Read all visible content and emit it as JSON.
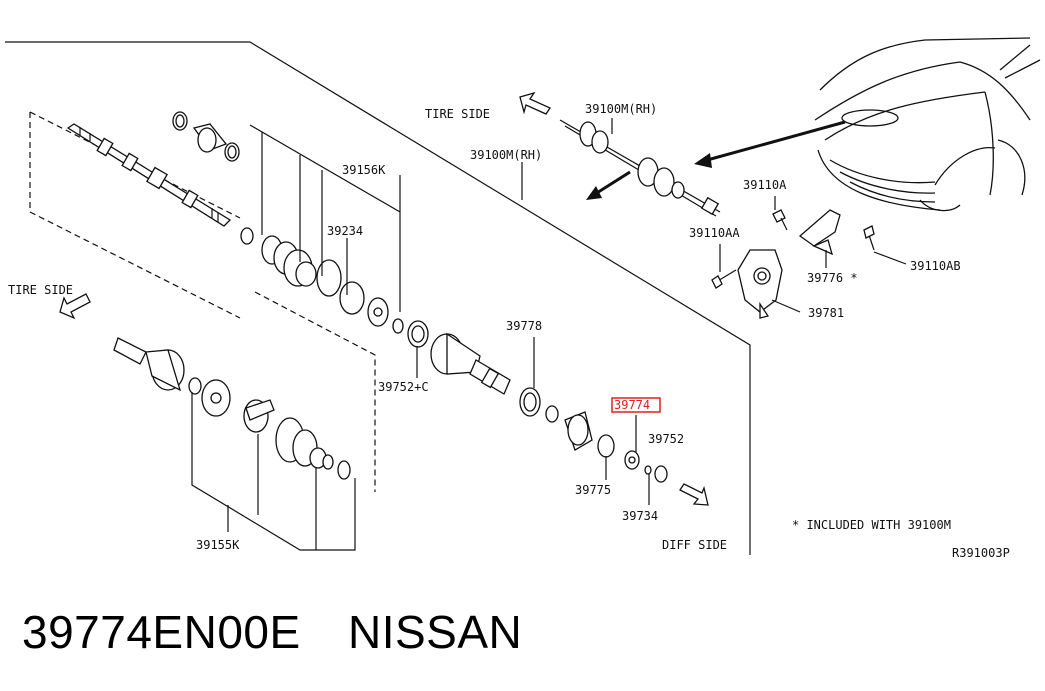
{
  "diagram": {
    "labels": {
      "tire_side_top": "TIRE SIDE",
      "tire_side_left": "TIRE SIDE",
      "diff_side": "DIFF SIDE",
      "p39100m_rh_main": "39100M(RH)",
      "p39100m_rh_inset": "39100M(RH)",
      "p39156k": "39156K",
      "p39234": "39234",
      "p39752c": "39752+C",
      "p39778": "39778",
      "p39774_highlight": "39774",
      "p39752": "39752",
      "p39775": "39775",
      "p39734": "39734",
      "p39155k": "39155K",
      "p39110a": "39110A",
      "p39110aa": "39110AA",
      "p39110ab": "39110AB",
      "p39776": "39776 *",
      "p39781": "39781",
      "note": "* INCLUDED WITH 39100M",
      "ref_code": "R391003P"
    },
    "highlight_color": "#e02020"
  },
  "caption": {
    "part_number": "39774EN00E",
    "brand": "NISSAN"
  }
}
